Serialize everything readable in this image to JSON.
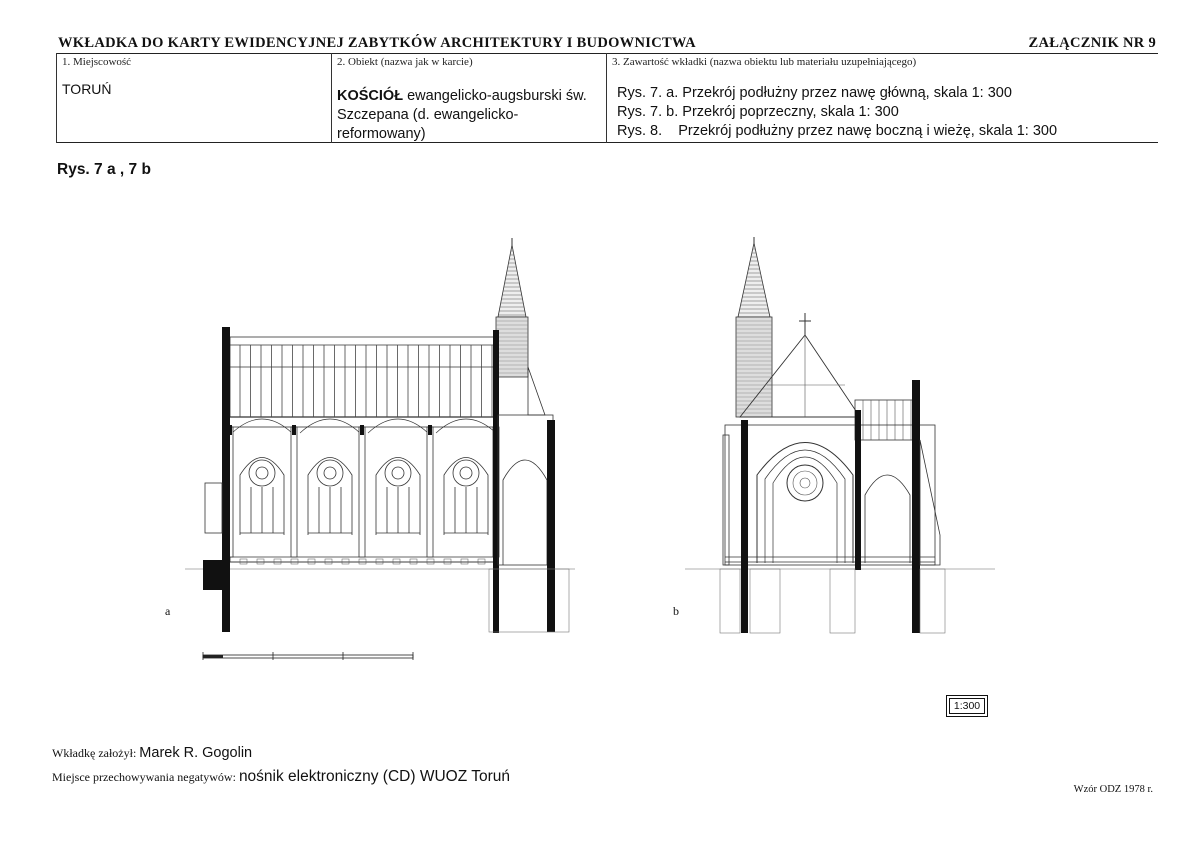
{
  "header": {
    "title": "WKŁADKA DO KARTY EWIDENCYJNEJ ZABYTKÓW ARCHITEKTURY I BUDOWNICTWA",
    "annex": "ZAŁĄCZNIK NR 9"
  },
  "table": {
    "col1": {
      "heading": "1. Miejscowość",
      "value": "TORUŃ"
    },
    "col2": {
      "heading": "2. Obiekt (nazwa jak w karcie)",
      "value_bold": "KOŚCIÓŁ",
      "value_rest": "ewangelicko-augsburski św. Szczepana (d. ewangelicko-reformowany)"
    },
    "col3": {
      "heading": "3. Zawartość wkładki (nazwa obiektu lub materiału uzupełniającego)",
      "lines": [
        "Rys. 7. a. Przekrój podłużny przez nawę główną, skala 1: 300",
        "Rys. 7. b. Przekrój poprzeczny, skala 1: 300",
        "Rys. 8.    Przekrój podłużny przez nawę boczną i wieżę, skala 1: 300"
      ]
    }
  },
  "figure": {
    "label": "Rys. 7 a , 7 b",
    "section_a_label": "a",
    "section_b_label": "b",
    "scale_box": "1:300"
  },
  "footer": {
    "author_label": "Wkładkę założył:",
    "author_value": "Marek R. Gogolin",
    "storage_label": "Miejsce przechowywania negatywów:",
    "storage_value": "nośnik elektroniczny (CD) WUOZ Toruń",
    "form_ref": "Wzór ODZ 1978 r."
  }
}
